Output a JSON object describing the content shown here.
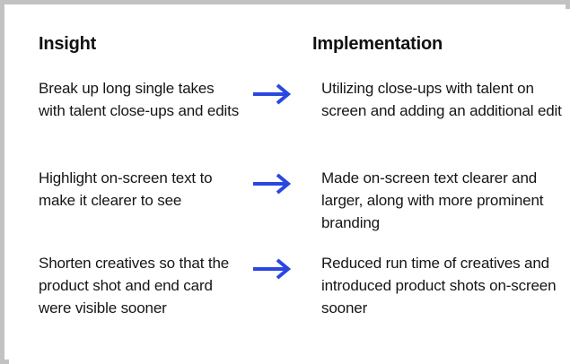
{
  "frame": {
    "border_color": "#c2c2c2",
    "background_color": "#ffffff"
  },
  "columns": {
    "left_heading": "Insight",
    "right_heading": "Implementation"
  },
  "accent_color": "#2a47e0",
  "arrow_icon_name": "right-arrow-icon",
  "rows": [
    {
      "insight": "Break up long single takes with talent close-ups and edits",
      "implementation": "Utilizing close-ups with talent on screen and adding an additional edit"
    },
    {
      "insight": "Highlight on-screen text to make it clearer to see",
      "implementation": "Made on-screen text clearer and larger, along with more prominent branding"
    },
    {
      "insight": "Shorten creatives so that the product shot and end card were visible sooner",
      "implementation": "Reduced run time of creatives and introduced product shots on-screen sooner"
    }
  ]
}
